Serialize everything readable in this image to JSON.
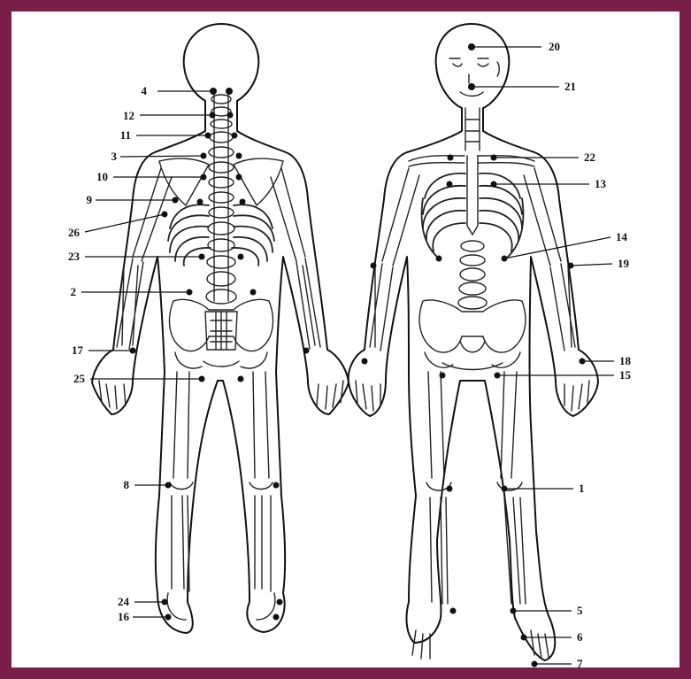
{
  "colors": {
    "frame": "#7a1f4a",
    "ink": "#111111",
    "background": "#ffffff"
  },
  "labels": [
    "1",
    "2",
    "3",
    "4",
    "5",
    "6",
    "7",
    "8",
    "9",
    "10",
    "11",
    "12",
    "13",
    "14",
    "15",
    "16",
    "17",
    "18",
    "19",
    "20",
    "21",
    "22",
    "23",
    "24",
    "25",
    "26"
  ]
}
